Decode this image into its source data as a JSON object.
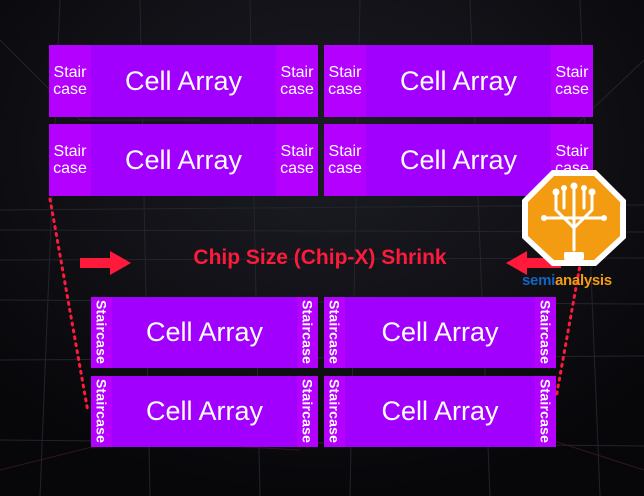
{
  "diagram": {
    "caption": "Chip Size (Chip-X) Shrink",
    "top_blocks": [
      {
        "stair_left": "Stair\ncase",
        "cell": "Cell Array",
        "stair_right": "Stair\ncase"
      },
      {
        "stair_left": "Stair\ncase",
        "cell": "Cell Array",
        "stair_right": "Stair\ncase"
      },
      {
        "stair_left": "Stair\ncase",
        "cell": "Cell Array",
        "stair_right": "Stair\ncase"
      },
      {
        "stair_left": "Stair\ncase",
        "cell": "Cell Array",
        "stair_right": "Stair\ncase"
      }
    ],
    "bottom_blocks": [
      {
        "stair_left": "Staircase",
        "cell": "Cell Array",
        "stair_right": "Staircase"
      },
      {
        "stair_left": "Staircase",
        "cell": "Cell Array",
        "stair_right": "Staircase"
      },
      {
        "stair_left": "Staircase",
        "cell": "Cell Array",
        "stair_right": "Staircase"
      },
      {
        "stair_left": "Staircase",
        "cell": "Cell Array",
        "stair_right": "Staircase"
      }
    ]
  },
  "logo": {
    "part1": "semi",
    "part2": "analysis"
  },
  "colors": {
    "block": "#a100ff",
    "staircase": "#b400ff",
    "accent_red": "#ff1a3c",
    "logo_orange": "#f39c12",
    "logo_blue": "#1565c0"
  }
}
